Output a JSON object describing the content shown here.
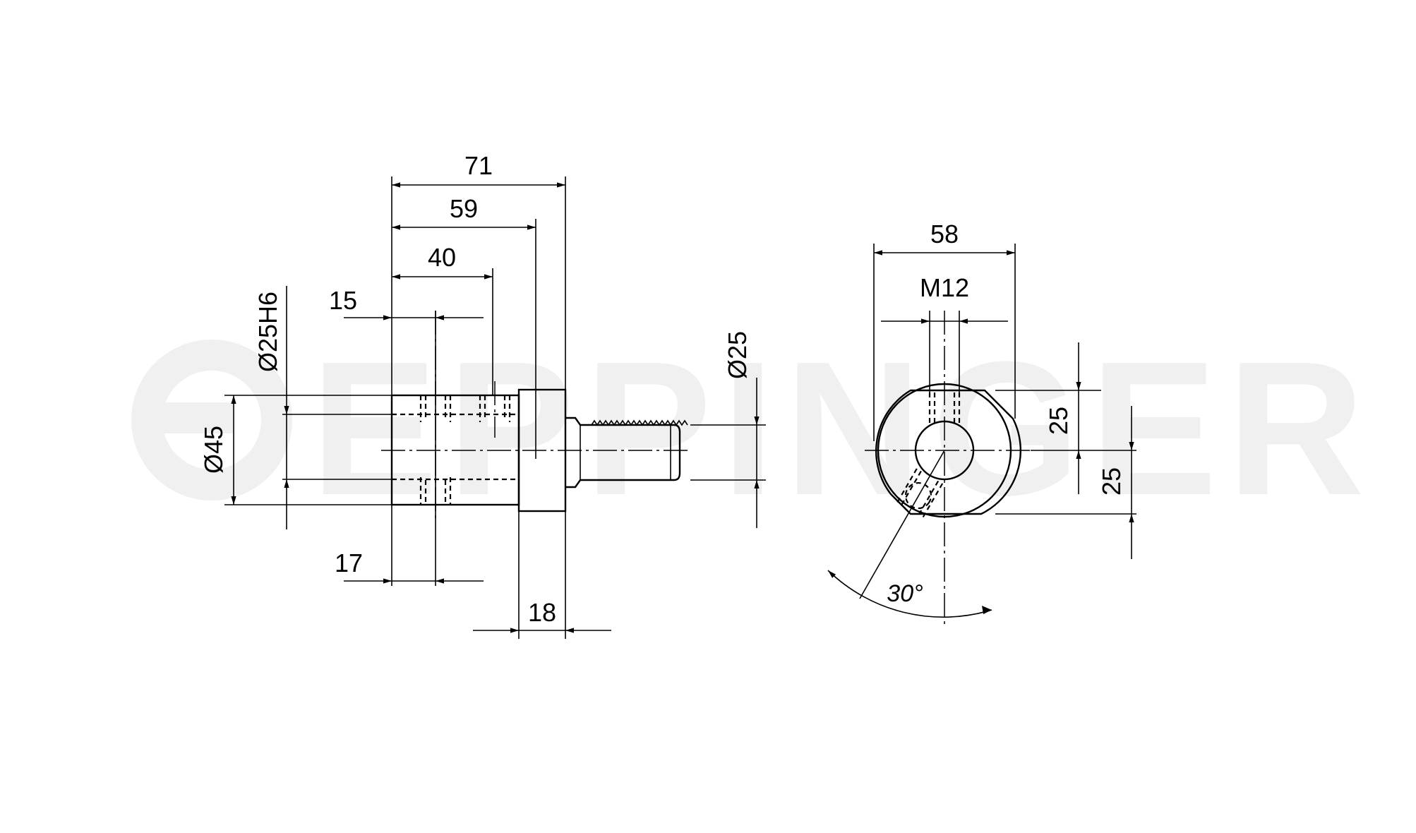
{
  "watermark": {
    "text": "EPPINGER"
  },
  "side_view": {
    "dim_71": "71",
    "dim_59": "59",
    "dim_40": "40",
    "dim_15": "15",
    "dim_17": "17",
    "dim_18": "18",
    "dim_d25h6": "Ø25H6",
    "dim_d45": "Ø45",
    "dim_d25": "Ø25"
  },
  "front_view": {
    "dim_58": "58",
    "dim_m12": "M12",
    "dim_25_upper": "25",
    "dim_25_lower": "25",
    "angle_30": "30°"
  }
}
